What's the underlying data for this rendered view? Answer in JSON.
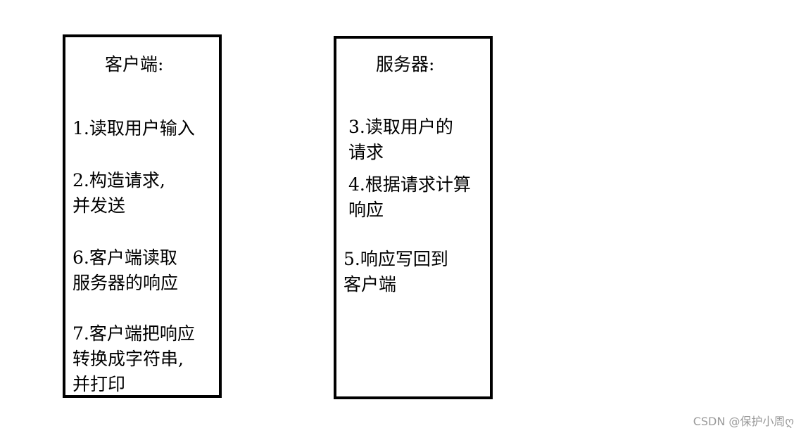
{
  "client": {
    "title": "客户端:",
    "steps": [
      "1.读取用户输入",
      "2.构造请求,\n并发送",
      "6.客户端读取\n服务器的响应",
      "7.客户端把响应\n转换成字符串,\n并打印"
    ]
  },
  "server": {
    "title": "服务器:",
    "steps": [
      "3.读取用户的\n请求",
      "4.根据请求计算\n响应",
      "5.响应写回到\n客户端"
    ]
  },
  "watermark": "CSDN @保护小周ღ"
}
